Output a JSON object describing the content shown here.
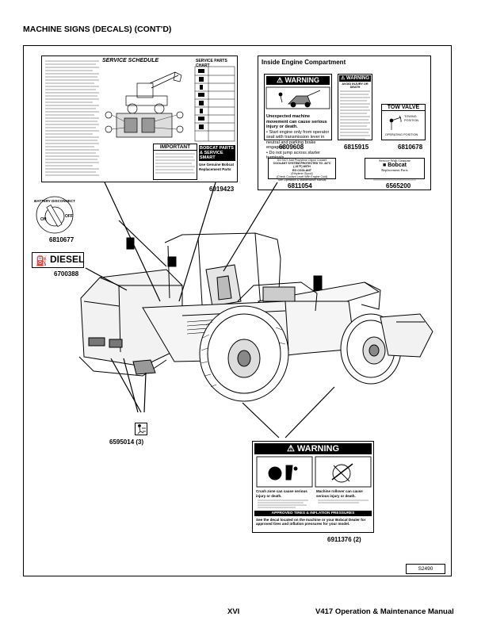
{
  "page": {
    "title": "MACHINE SIGNS (DECALS) (CONT'D)",
    "ref_code": "S2490",
    "footer_page": "XVI",
    "footer_manual": "V417 Operation & Maintenance Manual"
  },
  "service_schedule": {
    "title": "SERVICE SCHEDULE",
    "parts_chart_title": "SERVICE PARTS CHART",
    "important_title": "IMPORTANT",
    "parts_brand": "BOBCAT PARTS & SERVICE SMART",
    "parts_tagline": "Use Genuine Bobcat Replacement Parts",
    "part_number": "6919423"
  },
  "battery_disconnect": {
    "label_top": "BATTERY DISCONNECT",
    "on": "ON",
    "off": "OFF",
    "part_number": "6810677"
  },
  "diesel": {
    "label": "DIESEL",
    "part_number": "6700388"
  },
  "engine_compartment": {
    "title": "Inside Engine Compartment",
    "warning_large": {
      "header": "WARNING",
      "body_bold": "Unexpected machine movement can cause serious injury or death.",
      "bullets": [
        "Start engine only from operator seat with transmission lever in neutral and parking brake engaged.",
        "Do not jump across starter terminals."
      ],
      "part_number": "6809608"
    },
    "warning_small": {
      "header": "WARNING",
      "subheader": "AVOID INJURY OR DEATH",
      "part_number": "6815915"
    },
    "tow_valve": {
      "title": "TOW VALVE",
      "towing": "TOWING POSITION",
      "operating": "OPERATING POSITION",
      "part_number": "6810678"
    },
    "coolant": {
      "line1": "DO NOT Add Propylene Glycol Coolant",
      "line2": "COOLANT SYSTEM PROTECTED TO -34°C (-31°F) WITH",
      "line3": "EG COOLANT",
      "line4": "(Ethylene Glycol)",
      "line5": "(Check Coolant Level With Engine Cold)",
      "line6": "See Operation & Maintenance Manual",
      "part_number": "6811054"
    },
    "genuine_parts": {
      "line1": "Service With Genuine",
      "brand": "Bobcat",
      "line2": "Replacement Parts",
      "part_number": "6565200"
    }
  },
  "step_decal": {
    "part_number": "6595014 (3)"
  },
  "tire_warning": {
    "header": "WARNING",
    "left_caption": "Crush zone can cause serious injury or death.",
    "right_caption": "Machine rollover can cause serious injury or death.",
    "bar": "APPROVED TIRES & INFLATION PRESSURES",
    "body": "See the decal located on the machine or your Bobcat Dealer for approved tires and inflation pressures for your model.",
    "part_number": "6911376 (2)"
  }
}
